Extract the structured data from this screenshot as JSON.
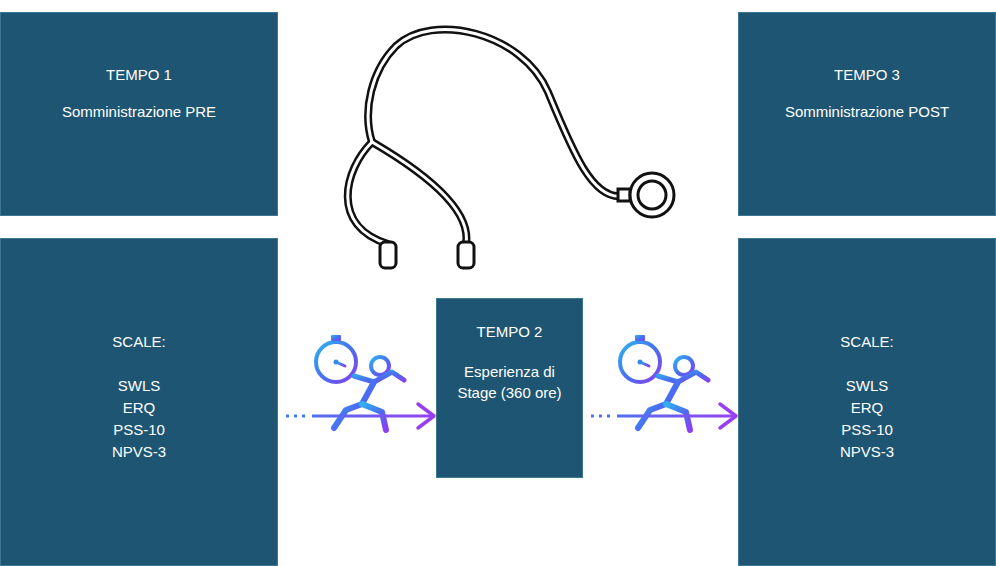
{
  "diagram": {
    "nodes": [
      {
        "text": [
          "TEMPO 1",
          "Somministrazione PRE"
        ]
      },
      {
        "text": [
          "SCALE:",
          "SWLS",
          "ERQ",
          "PSS-10",
          "NPVS-3"
        ]
      },
      {
        "text": [
          "TEMPO 2",
          "Esperienza di Stage (360 ore)"
        ]
      },
      {
        "text": [
          "TEMPO 3",
          "Somministrazione POST"
        ]
      },
      {
        "text": [
          "SCALE:",
          "SWLS",
          "ERQ",
          "PSS-10",
          "NPVS-3"
        ]
      }
    ],
    "edges": [
      {
        "from": 1,
        "to": 2,
        "arrow": "to"
      },
      {
        "from": 2,
        "to": 4,
        "arrow": "to"
      }
    ]
  }
}
